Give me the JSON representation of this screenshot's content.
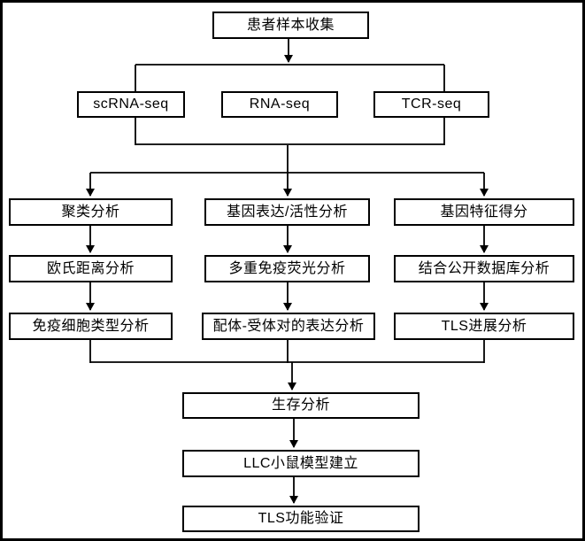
{
  "diagram": {
    "type": "flowchart",
    "colors": {
      "line": "#000000",
      "box_border": "#000000",
      "box_fill": "#ffffff",
      "text": "#000000",
      "canvas_background": "#ffffff",
      "frame_border": "#000000"
    },
    "nodes": {
      "collect": {
        "label": "患者样本收集"
      },
      "scrna": {
        "label": "scRNA-seq"
      },
      "rna": {
        "label": "RNA-seq"
      },
      "tcr": {
        "label": "TCR-seq"
      },
      "cluster": {
        "label": "聚类分析"
      },
      "gene_expr": {
        "label": "基因表达/活性分析"
      },
      "gene_sig": {
        "label": "基因特征得分"
      },
      "euclid": {
        "label": "欧氏距离分析"
      },
      "mif": {
        "label": "多重免疫荧光分析"
      },
      "public_db": {
        "label": "结合公开数据库分析"
      },
      "immune_cell": {
        "label": "免疫细胞类型分析"
      },
      "ligand_receptor": {
        "label": "配体-受体对的表达分析"
      },
      "tls_prog": {
        "label": "TLS进展分析"
      },
      "survival": {
        "label": "生存分析"
      },
      "llc_mouse": {
        "label": "LLC小鼠模型建立"
      },
      "tls_valid": {
        "label": "TLS功能验证"
      }
    },
    "edges_note": "collect -> [scRNA-seq, RNA-seq, TCR-seq] -> three parallel analysis columns -> survival -> LLC mouse model -> TLS validation"
  }
}
